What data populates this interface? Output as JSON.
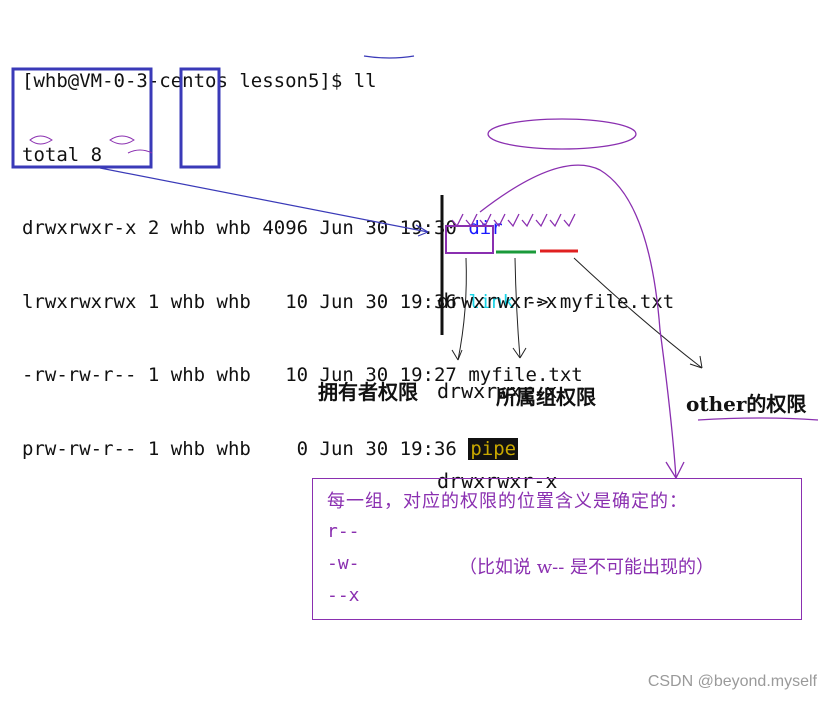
{
  "terminal": {
    "prompt": "[whb@VM-0-3-centos lesson5]$ ll",
    "total": "total 8",
    "rows": [
      {
        "perm": "drwxrwxr-x",
        "links": "2",
        "owner": "whb",
        "group": "whb",
        "size": "4096",
        "month": "Jun",
        "day": "30",
        "time": "19:30",
        "name": "dir",
        "target": ""
      },
      {
        "perm": "lrwxrwxrwx",
        "links": "1",
        "owner": "whb",
        "group": "whb",
        "size": "10",
        "month": "Jun",
        "day": "30",
        "time": "19:36",
        "name": "link",
        "target": "-> myfile.txt"
      },
      {
        "perm": "-rw-rw-r--",
        "links": "1",
        "owner": "whb",
        "group": "whb",
        "size": "10",
        "month": "Jun",
        "day": "30",
        "time": "19:27",
        "name": "myfile.txt",
        "target": ""
      },
      {
        "perm": "prw-rw-r--",
        "links": "1",
        "owner": "whb",
        "group": "whb",
        "size": "0",
        "month": "Jun",
        "day": "30",
        "time": "19:36",
        "name": "pipe",
        "target": ""
      }
    ]
  },
  "perm_example": [
    "drwxrwxr-x",
    "drwxrwxr-x",
    "drwxrwxr-x"
  ],
  "labels": {
    "owner": "拥有者权限",
    "group": "所属组权限",
    "other": "other的权限"
  },
  "note": {
    "title": "每一组，对应的权限的位置含义是确定的：",
    "line1": "r--",
    "line2": "-w-",
    "line3": "--x",
    "extra": "（比如说 w-- 是不可能出现的）"
  },
  "watermark": "CSDN @beyond.myself",
  "colors": {
    "dir": "#1a1aff",
    "link": "#19d3e6",
    "pipe_bg": "#111111",
    "pipe_fg": "#c8a800",
    "annotation_blue": "#3a3ab8",
    "annotation_purple": "#8a2fb0",
    "underline_green": "#1a9a3a",
    "underline_red": "#e02020"
  }
}
